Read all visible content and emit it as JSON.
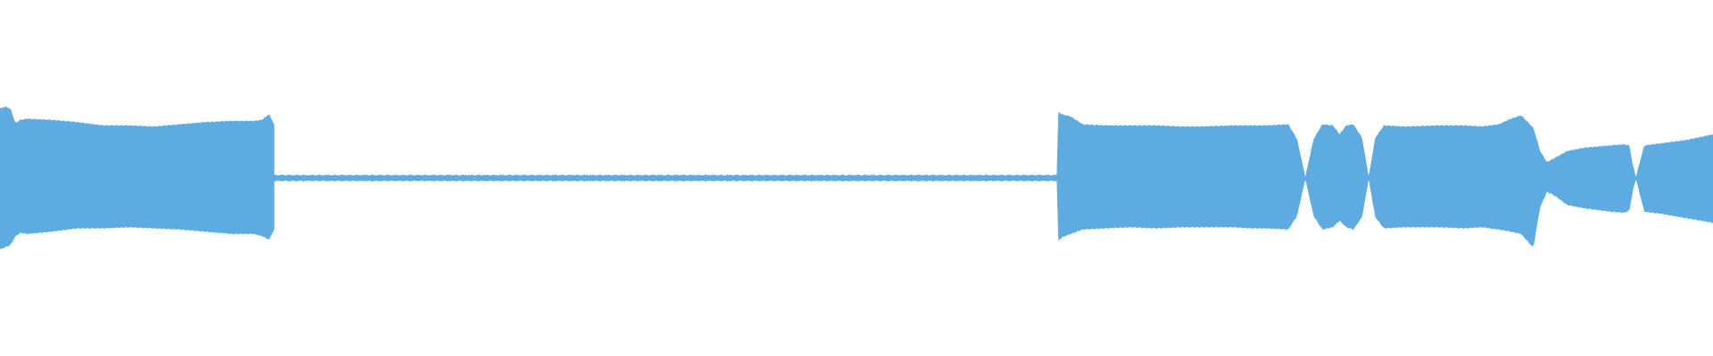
{
  "waveform": {
    "color": "#5dabe1",
    "background": "#ffffff",
    "segments": [
      {
        "name": "segment-1",
        "t0": 0.0,
        "t1": 0.16,
        "upper": [
          [
            0.0,
            0.62
          ],
          [
            0.003,
            0.64
          ],
          [
            0.006,
            0.62
          ],
          [
            0.009,
            0.49
          ],
          [
            0.012,
            0.52
          ],
          [
            0.016,
            0.53
          ],
          [
            0.03,
            0.52
          ],
          [
            0.045,
            0.5
          ],
          [
            0.06,
            0.47
          ],
          [
            0.075,
            0.47
          ],
          [
            0.09,
            0.46
          ],
          [
            0.105,
            0.48
          ],
          [
            0.12,
            0.5
          ],
          [
            0.135,
            0.51
          ],
          [
            0.148,
            0.51
          ],
          [
            0.153,
            0.52
          ],
          [
            0.157,
            0.57
          ],
          [
            0.16,
            0.48
          ]
        ],
        "lower": [
          [
            0.0,
            0.64
          ],
          [
            0.003,
            0.62
          ],
          [
            0.006,
            0.6
          ],
          [
            0.009,
            0.52
          ],
          [
            0.012,
            0.49
          ],
          [
            0.016,
            0.5
          ],
          [
            0.03,
            0.48
          ],
          [
            0.045,
            0.45
          ],
          [
            0.06,
            0.45
          ],
          [
            0.075,
            0.44
          ],
          [
            0.09,
            0.45
          ],
          [
            0.105,
            0.46
          ],
          [
            0.12,
            0.48
          ],
          [
            0.135,
            0.5
          ],
          [
            0.148,
            0.5
          ],
          [
            0.153,
            0.52
          ],
          [
            0.157,
            0.55
          ],
          [
            0.16,
            0.46
          ]
        ]
      },
      {
        "name": "segment-2",
        "t0": 0.16,
        "t1": 0.617,
        "quiet_level": 0.03
      },
      {
        "name": "segment-3",
        "t0": 0.617,
        "t1": 1.0,
        "upper": [
          [
            0.617,
            0.0
          ],
          [
            0.618,
            0.59
          ],
          [
            0.62,
            0.57
          ],
          [
            0.625,
            0.55
          ],
          [
            0.632,
            0.48
          ],
          [
            0.645,
            0.47
          ],
          [
            0.66,
            0.47
          ],
          [
            0.675,
            0.47
          ],
          [
            0.69,
            0.46
          ],
          [
            0.7,
            0.46
          ],
          [
            0.72,
            0.47
          ],
          [
            0.73,
            0.47
          ],
          [
            0.74,
            0.47
          ],
          [
            0.752,
            0.48
          ],
          [
            0.757,
            0.35
          ],
          [
            0.762,
            0.0
          ],
          [
            0.767,
            0.35
          ],
          [
            0.772,
            0.48
          ],
          [
            0.778,
            0.47
          ],
          [
            0.782,
            0.39
          ],
          [
            0.786,
            0.47
          ],
          [
            0.79,
            0.48
          ],
          [
            0.795,
            0.36
          ],
          [
            0.799,
            0.0
          ],
          [
            0.803,
            0.36
          ],
          [
            0.808,
            0.47
          ],
          [
            0.82,
            0.46
          ],
          [
            0.84,
            0.47
          ],
          [
            0.855,
            0.47
          ],
          [
            0.865,
            0.46
          ],
          [
            0.875,
            0.48
          ],
          [
            0.882,
            0.53
          ],
          [
            0.888,
            0.56
          ],
          [
            0.895,
            0.45
          ],
          [
            0.899,
            0.24
          ],
          [
            0.903,
            0.14
          ],
          [
            0.908,
            0.18
          ],
          [
            0.915,
            0.24
          ],
          [
            0.925,
            0.27
          ],
          [
            0.94,
            0.29
          ],
          [
            0.948,
            0.3
          ],
          [
            0.951,
            0.29
          ],
          [
            0.953,
            0.12
          ],
          [
            0.955,
            0.0
          ],
          [
            0.957,
            0.12
          ],
          [
            0.96,
            0.29
          ],
          [
            0.97,
            0.31
          ],
          [
            0.985,
            0.34
          ],
          [
            1.0,
            0.39
          ]
        ],
        "lower": [
          [
            0.617,
            0.0
          ],
          [
            0.618,
            0.56
          ],
          [
            0.62,
            0.53
          ],
          [
            0.625,
            0.5
          ],
          [
            0.632,
            0.46
          ],
          [
            0.645,
            0.45
          ],
          [
            0.66,
            0.44
          ],
          [
            0.675,
            0.45
          ],
          [
            0.69,
            0.44
          ],
          [
            0.7,
            0.44
          ],
          [
            0.72,
            0.44
          ],
          [
            0.73,
            0.45
          ],
          [
            0.74,
            0.45
          ],
          [
            0.752,
            0.46
          ],
          [
            0.757,
            0.34
          ],
          [
            0.762,
            0.0
          ],
          [
            0.767,
            0.34
          ],
          [
            0.772,
            0.46
          ],
          [
            0.778,
            0.44
          ],
          [
            0.782,
            0.38
          ],
          [
            0.786,
            0.44
          ],
          [
            0.79,
            0.46
          ],
          [
            0.795,
            0.35
          ],
          [
            0.799,
            0.0
          ],
          [
            0.803,
            0.35
          ],
          [
            0.808,
            0.45
          ],
          [
            0.82,
            0.44
          ],
          [
            0.84,
            0.44
          ],
          [
            0.855,
            0.45
          ],
          [
            0.865,
            0.44
          ],
          [
            0.875,
            0.46
          ],
          [
            0.882,
            0.48
          ],
          [
            0.888,
            0.5
          ],
          [
            0.895,
            0.62
          ],
          [
            0.899,
            0.26
          ],
          [
            0.903,
            0.12
          ],
          [
            0.908,
            0.16
          ],
          [
            0.915,
            0.24
          ],
          [
            0.925,
            0.27
          ],
          [
            0.94,
            0.3
          ],
          [
            0.948,
            0.31
          ],
          [
            0.951,
            0.29
          ],
          [
            0.953,
            0.12
          ],
          [
            0.955,
            0.0
          ],
          [
            0.957,
            0.12
          ],
          [
            0.96,
            0.3
          ],
          [
            0.97,
            0.32
          ],
          [
            0.985,
            0.36
          ],
          [
            1.0,
            0.4
          ]
        ]
      }
    ]
  }
}
